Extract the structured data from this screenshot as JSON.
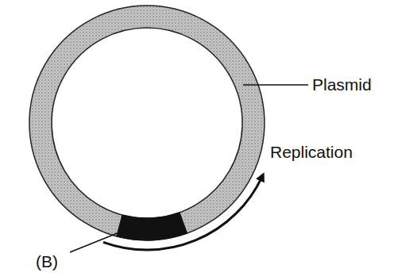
{
  "diagram": {
    "labels": [
      "Plasmid",
      "Replication",
      "(B)"
    ]
  }
}
